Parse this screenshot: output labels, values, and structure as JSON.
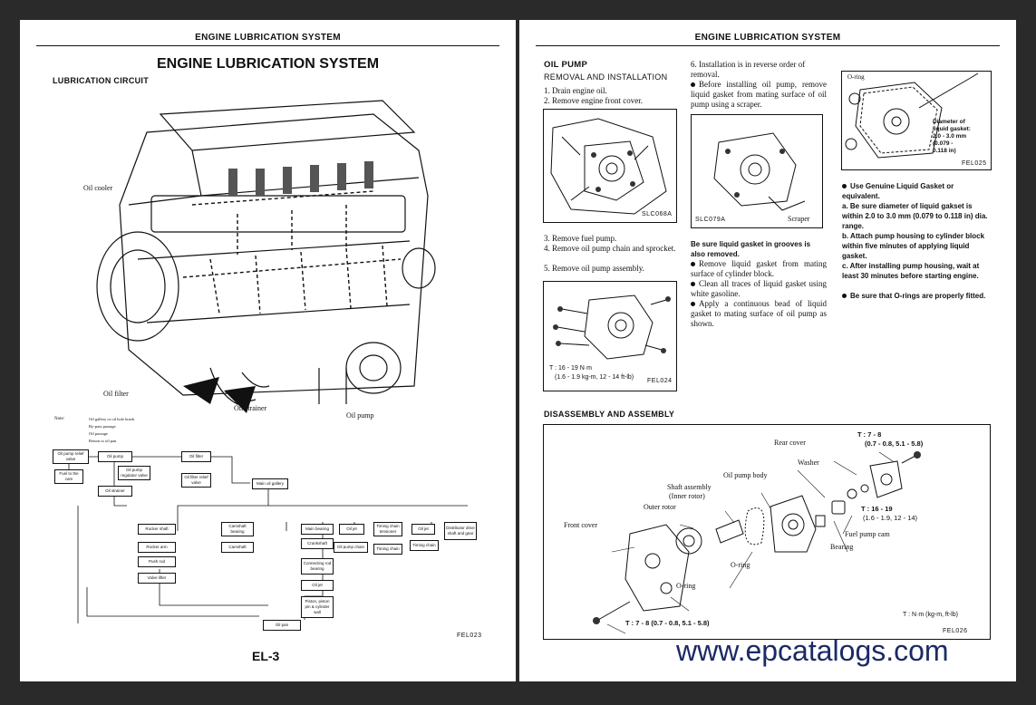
{
  "left": {
    "header": "ENGINE LUBRICATION SYSTEM",
    "title": "ENGINE LUBRICATION SYSTEM",
    "section": "LUBRICATION CIRCUIT",
    "labels": {
      "oil_cooler": "Oil cooler",
      "oil_filter": "Oil filter",
      "oil_strainer": "Oil strainer",
      "oil_pump": "Oil pump"
    },
    "flow": {
      "note": "Note:",
      "legend": [
        "Oil gallery or oil hole brush",
        "By-pass passage",
        "Oil passage",
        "Return to oil pan"
      ],
      "boxes": [
        "Oil pump relief valve",
        "Oil pump",
        "Oil filter",
        "Fuel to the cam",
        "Oil pump regulator valve",
        "Oil filter relief valve",
        "Oil strainer",
        "Main oil gallery",
        "Rocker shaft",
        "Camshaft bearing",
        "Main bearing",
        "Oil jet",
        "Timing chain tensioner",
        "Oil jet",
        "Distributor drive shaft and gear",
        "Rocker arm",
        "Camshaft",
        "Crankshaft",
        "Oil pump chain",
        "Timing chain",
        "Timing chain",
        "Push rod",
        "Connecting rod bearing",
        "Valve lifter",
        "Oil jet",
        "Piston, piston pin & cylinder wall",
        "Oil pan"
      ]
    },
    "fig_code": "FEL023",
    "page_no": "EL-3"
  },
  "right": {
    "header": "ENGINE LUBRICATION SYSTEM",
    "oil_pump_title": "OIL PUMP",
    "removal_title": "REMOVAL AND INSTALLATION",
    "steps_a": [
      "1.  Drain engine oil.",
      "2.  Remove engine front cover."
    ],
    "fig1_code": "SLC068A",
    "steps_b": [
      "3.  Remove fuel pump.",
      "4.  Remove oil pump chain and sprocket.",
      "5.  Remove oil pump assembly."
    ],
    "fig2_torque": "T : 16 - 19 N·m",
    "fig2_torque2": "(1.6 - 1.9 kg-m, 12 - 14 ft-lb)",
    "fig2_code": "FEL024",
    "step6": "6.  Installation is in reverse order of removal.",
    "bullet1": "Before installing oil pump, remove liquid gasket from mating surface of oil pump using a scraper.",
    "fig3_code": "SLC079A",
    "fig3_label": "Scraper",
    "groove_note": "Be sure liquid gasket in grooves is also removed.",
    "bullets2": [
      "Remove liquid gasket from mating surface of cylinder block.",
      "Clean all traces of liquid gasket using white gasoline.",
      "Apply a continuous bead of liquid gasket to mating surface of oil pump as shown."
    ],
    "fig4_oring": "O-ring",
    "fig4_diameter": [
      "Diameter of",
      "liquid gasket:",
      "2.0 - 3.0 mm",
      "(0.079 -",
      "0.118 in)"
    ],
    "fig4_code": "FEL025",
    "right_notes": [
      "Use Genuine Liquid Gasket or equivalent.",
      "a.  Be sure diameter of liquid gakset is within 2.0 to 3.0 mm (0.079 to 0.118 in) dia. range.",
      "b.  Attach pump housing to cylinder block within five minutes of applying liquid gasket.",
      "c.  After installing pump housing, wait at least 30 minutes before starting engine.",
      "Be sure that O-rings are properly fitted."
    ],
    "disassembly_title": "DISASSEMBLY AND ASSEMBLY",
    "fig5": {
      "t_top": "T : 7 - 8",
      "t_top2": "(0.7 - 0.8, 5.1 - 5.8)",
      "rear_cover": "Rear cover",
      "washer": "Washer",
      "oil_pump_body": "Oil pump body",
      "shaft_assembly": "Shaft assembly",
      "inner_rotor": "(Inner rotor)",
      "outer_rotor": "Outer rotor",
      "front_cover": "Front cover",
      "t_mid": "T : 16 - 19",
      "t_mid2": "(1.6 - 1.9, 12 - 14)",
      "fuel_pump_cam": "Fuel pump cam",
      "bearing": "Bearing",
      "o_ring_1": "O-ring",
      "o_ring_2": "O-ring",
      "t_bottom": "T : 7 - 8 (0.7 - 0.8, 5.1 - 5.8)",
      "units": "T : N·m (kg-m, ft-lb)",
      "code": "FEL026"
    }
  },
  "watermark": "www.epcatalogs.com",
  "colors": {
    "background": "#2a2a2a",
    "page": "#ffffff",
    "watermark": "#1b2a66"
  }
}
